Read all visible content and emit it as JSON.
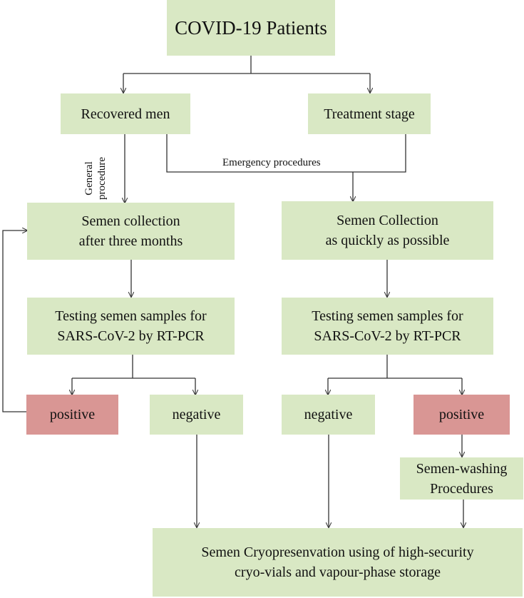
{
  "nodes": {
    "root": {
      "lines": [
        "COVID-19 Patients"
      ]
    },
    "recovered": {
      "lines": [
        "Recovered men"
      ]
    },
    "treatment": {
      "lines": [
        "Treatment stage"
      ]
    },
    "collect_left": {
      "lines": [
        "Semen collection",
        "after three months"
      ]
    },
    "collect_right": {
      "lines": [
        "Semen Collection",
        "as quickly as possible"
      ]
    },
    "test_left": {
      "lines": [
        "Testing semen samples for",
        "SARS-CoV-2 by RT-PCR"
      ]
    },
    "test_right": {
      "lines": [
        "Testing semen samples for",
        "SARS-CoV-2 by RT-PCR"
      ]
    },
    "pos_left": {
      "lines": [
        "positive"
      ]
    },
    "neg_left": {
      "lines": [
        "negative"
      ]
    },
    "neg_right": {
      "lines": [
        "negative"
      ]
    },
    "pos_right": {
      "lines": [
        "positive"
      ]
    },
    "washing": {
      "lines": [
        "Semen-washing",
        "Procedures"
      ]
    },
    "final": {
      "lines": [
        "Semen Cryopresenvation using of high-security",
        "cryo-vials and vapour-phase storage"
      ]
    }
  },
  "edge_labels": {
    "general": [
      "General",
      "procedure"
    ],
    "emergency": "Emergency procedures"
  },
  "colors": {
    "box_fill": "#d9e8c4",
    "positive_fill": "#d99694",
    "line": "#333333"
  }
}
